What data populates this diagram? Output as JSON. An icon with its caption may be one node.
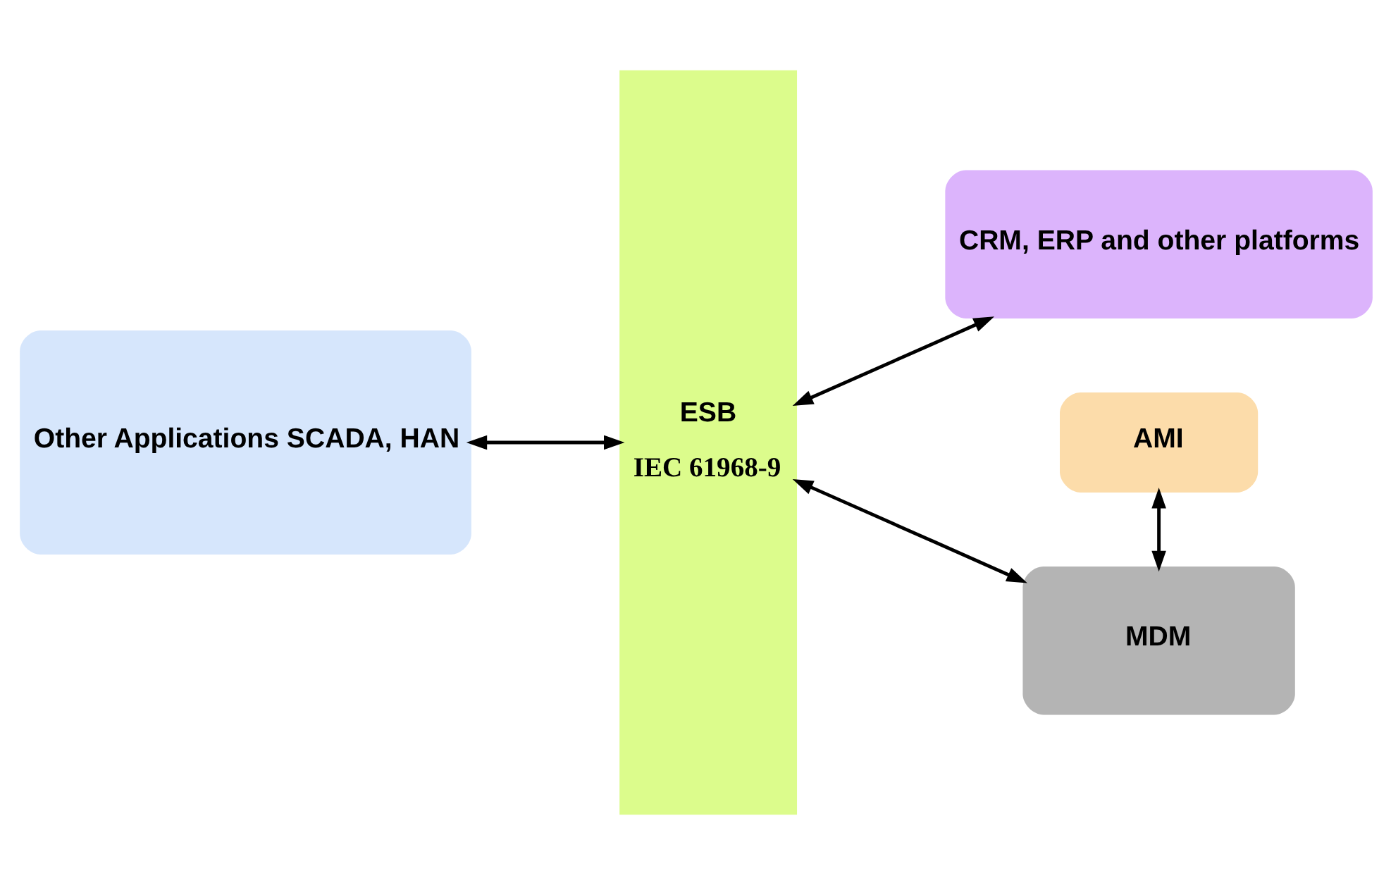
{
  "diagram": {
    "nodes": [
      {
        "text": [
          "Other Applications SCADA, HAN"
        ]
      },
      {
        "text": [
          "ESB",
          "IEC 61968-9"
        ]
      },
      {
        "text": [
          "AMI"
        ]
      },
      {
        "text": [
          "MDM"
        ]
      },
      {
        "text": [
          "CRM, ERP and other platforms"
        ]
      }
    ],
    "edges": [
      {
        "from": 0,
        "to": 1,
        "arrow": "both"
      },
      {
        "from": 1,
        "to": 3,
        "arrow": "both"
      },
      {
        "from": 2,
        "to": 3,
        "arrow": "both"
      },
      {
        "from": 1,
        "to": 4,
        "arrow": "both"
      }
    ]
  }
}
